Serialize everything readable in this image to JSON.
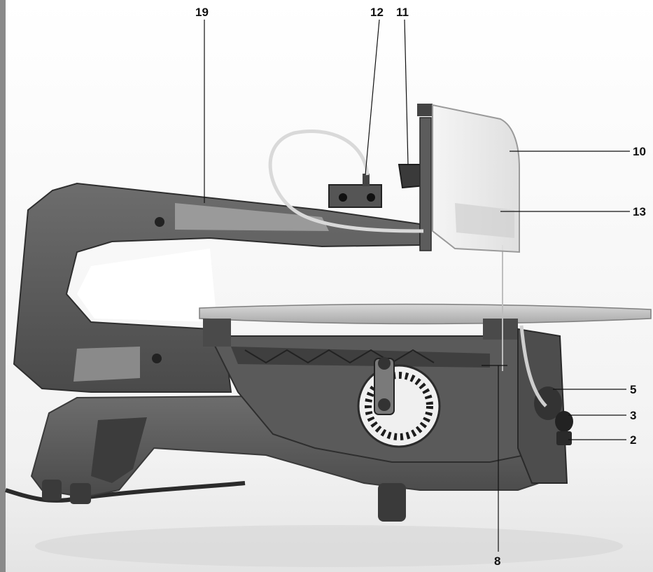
{
  "figure": {
    "callouts": [
      {
        "id": "19",
        "label": "19"
      },
      {
        "id": "12",
        "label": "12"
      },
      {
        "id": "11",
        "label": "11"
      },
      {
        "id": "10",
        "label": "10"
      },
      {
        "id": "13",
        "label": "13"
      },
      {
        "id": "5",
        "label": "5"
      },
      {
        "id": "3",
        "label": "3"
      },
      {
        "id": "2",
        "label": "2"
      },
      {
        "id": "8",
        "label": "8"
      }
    ]
  }
}
